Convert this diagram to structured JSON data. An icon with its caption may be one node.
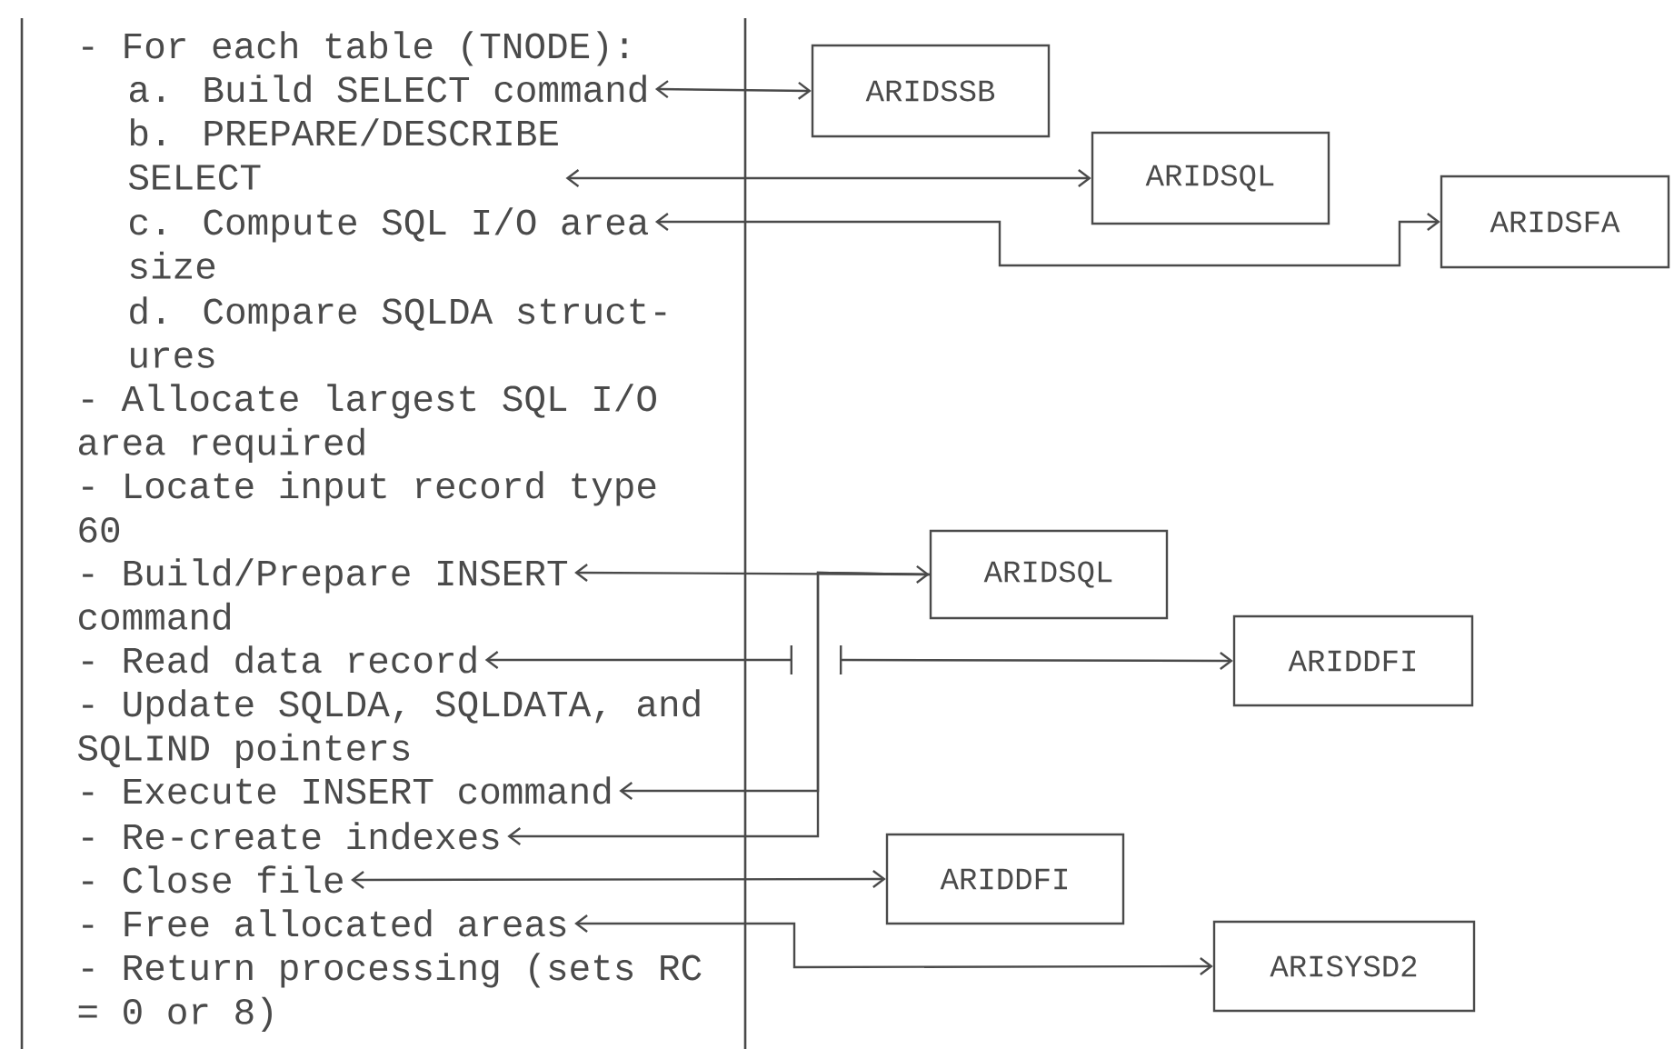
{
  "diagram": {
    "nodes": [
      {
        "text": [
          "a. Build SELECT command"
        ]
      },
      {
        "text": [
          "ARIDSSB"
        ]
      },
      {
        "text": [
          "b. PREPARE/DESCRIBE SELECT"
        ]
      },
      {
        "text": [
          "ARIDSQL"
        ]
      },
      {
        "text": [
          "c. Compute SQL I/O area size"
        ]
      },
      {
        "text": [
          "ARIDSFA"
        ]
      },
      {
        "text": [
          "- Build/Prepare INSERT command"
        ]
      },
      {
        "text": [
          "ARIDSQL"
        ]
      },
      {
        "text": [
          "- Read data record"
        ]
      },
      {
        "text": [
          "ARIDDFI"
        ]
      },
      {
        "text": [
          "- Execute INSERT command"
        ]
      },
      {
        "text": [
          "- Re-create indexes"
        ]
      },
      {
        "text": [
          "- Close file"
        ]
      },
      {
        "text": [
          "ARIDDFI"
        ]
      },
      {
        "text": [
          "- Free allocated areas"
        ]
      },
      {
        "text": [
          "ARISYSD2"
        ]
      }
    ],
    "edges": [
      {
        "from": 0,
        "to": 1,
        "arrow": "both"
      },
      {
        "from": 2,
        "to": 3,
        "arrow": "both"
      },
      {
        "from": 4,
        "to": 5,
        "arrow": "both"
      },
      {
        "from": 6,
        "to": 7,
        "arrow": "both"
      },
      {
        "from": 7,
        "to": 10,
        "arrow": "to"
      },
      {
        "from": 7,
        "to": 11,
        "arrow": "to"
      },
      {
        "from": null,
        "to": 8,
        "arrow": "to"
      },
      {
        "from": null,
        "to": 9,
        "arrow": "to"
      },
      {
        "from": 12,
        "to": 13,
        "arrow": "both"
      },
      {
        "from": 14,
        "to": 15,
        "arrow": "both"
      }
    ],
    "labels": [
      "- For each table (TNODE):",
      "d. Compare SQLDA struct- ures",
      "- Allocate largest SQL I/O area required",
      "- Locate input record type 60",
      "- Update SQLDA, SQLDATA, and SQLIND pointers",
      "- Return processing (sets RC = 0 or 8)"
    ]
  }
}
